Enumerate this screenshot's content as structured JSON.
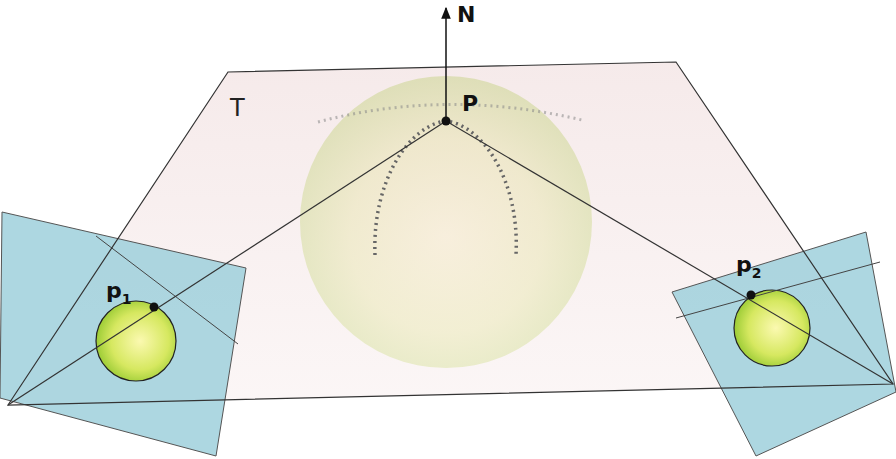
{
  "diagram": {
    "labels": [
      "N",
      "P",
      "T",
      "p1",
      "p2"
    ]
  }
}
